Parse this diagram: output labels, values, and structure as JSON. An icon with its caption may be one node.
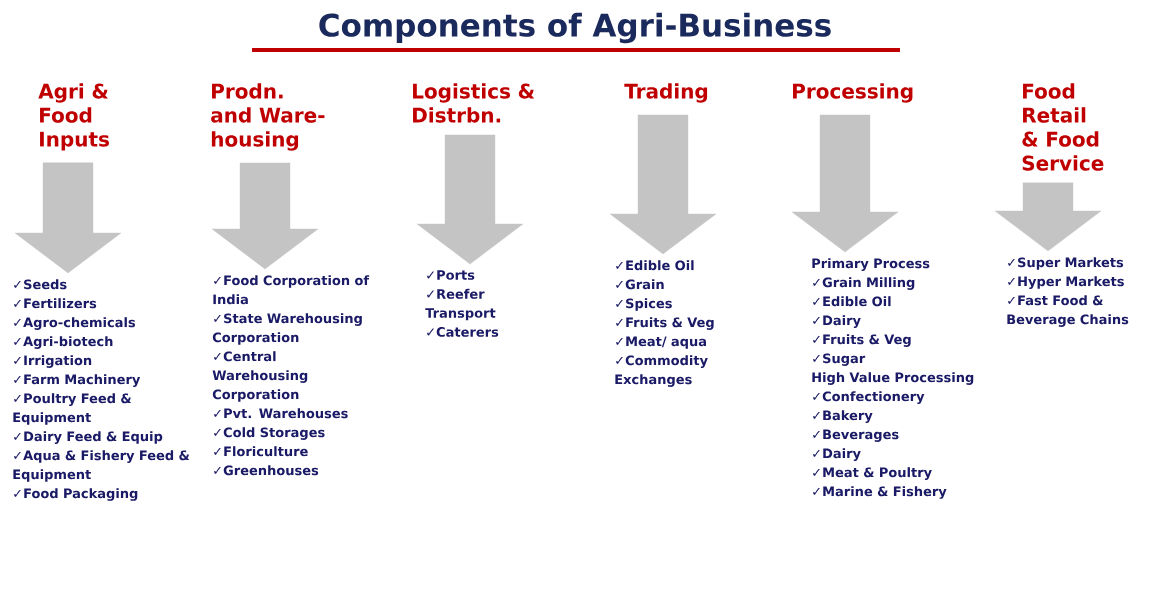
{
  "diagram": {
    "title": "Components of Agri-Business",
    "nodes": [
      {
        "text": [
          "Agri & Food Inputs"
        ]
      },
      {
        "text": [
          "✓Seeds",
          "✓Fertilizers",
          "✓Agro-chemicals",
          "✓Agri-biotech",
          "✓Irrigation",
          "✓Farm Machinery",
          "✓Poultry Feed & Equipment",
          "✓Dairy Feed & Equip",
          "✓Aqua & Fishery Feed & Equipment",
          "✓Food Packaging"
        ]
      },
      {
        "text": [
          "Prodn. and Ware-housing"
        ]
      },
      {
        "text": [
          "✓Food Corporation of India",
          "✓State Warehousing Corporation",
          "✓Central Warehousing Corporation",
          "✓Pvt. Warehouses",
          "✓Cold Storages",
          "✓Floriculture",
          "✓Greenhouses"
        ]
      },
      {
        "text": [
          "Logistics & Distrbn."
        ]
      },
      {
        "text": [
          "✓Ports",
          "✓Reefer Transport",
          "✓Caterers"
        ]
      },
      {
        "text": [
          "Trading"
        ]
      },
      {
        "text": [
          "✓Edible Oil",
          "✓Grain",
          "✓Spices",
          "✓Fruits & Veg",
          "✓Meat/ aqua",
          "✓Commodity Exchanges"
        ]
      },
      {
        "text": [
          "Processing"
        ]
      },
      {
        "text": [
          "Primary Process",
          "✓Grain Milling",
          "✓Edible Oil",
          "✓Dairy",
          "✓Fruits & Veg",
          "✓Sugar",
          "High Value Processing",
          "✓Confectionery",
          "✓Bakery",
          "✓Beverages",
          "✓Dairy",
          "✓Meat & Poultry",
          "✓Marine & Fishery"
        ]
      },
      {
        "text": [
          "Food Retail & Food Service"
        ]
      },
      {
        "text": [
          "✓Super Markets",
          "✓Hyper Markets",
          "✓Fast Food & Beverage Chains"
        ]
      }
    ],
    "edges": [
      {
        "from": 0,
        "to": 1,
        "arrow": "to"
      },
      {
        "from": 2,
        "to": 3,
        "arrow": "to"
      },
      {
        "from": 4,
        "to": 5,
        "arrow": "to"
      },
      {
        "from": 6,
        "to": 7,
        "arrow": "to"
      },
      {
        "from": 8,
        "to": 9,
        "arrow": "to"
      },
      {
        "from": 10,
        "to": 11,
        "arrow": "to"
      }
    ]
  }
}
